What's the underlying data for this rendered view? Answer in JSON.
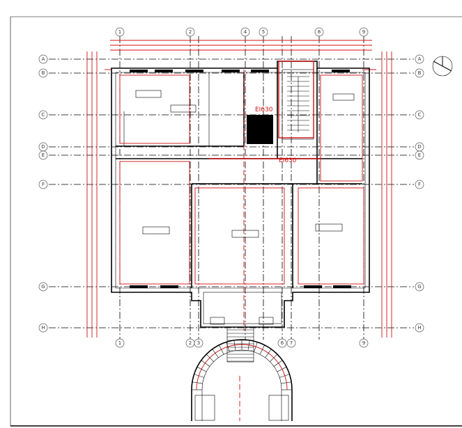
{
  "drawing": {
    "grid_rows": [
      "A",
      "B",
      "C",
      "D",
      "E",
      "F",
      "G",
      "H"
    ],
    "grid_columns_top": [
      "1",
      "2",
      "4",
      "5",
      "8",
      "9"
    ],
    "grid_columns_bottom": [
      "1",
      "2",
      "3",
      "6",
      "7",
      "9"
    ],
    "fire_rating_labels": [
      "EI630",
      "EI630"
    ],
    "compass_icon": "north-arrow-icon",
    "colors": {
      "walls": "#000000",
      "dimensions": "#d01010",
      "grid": "#000000"
    }
  }
}
